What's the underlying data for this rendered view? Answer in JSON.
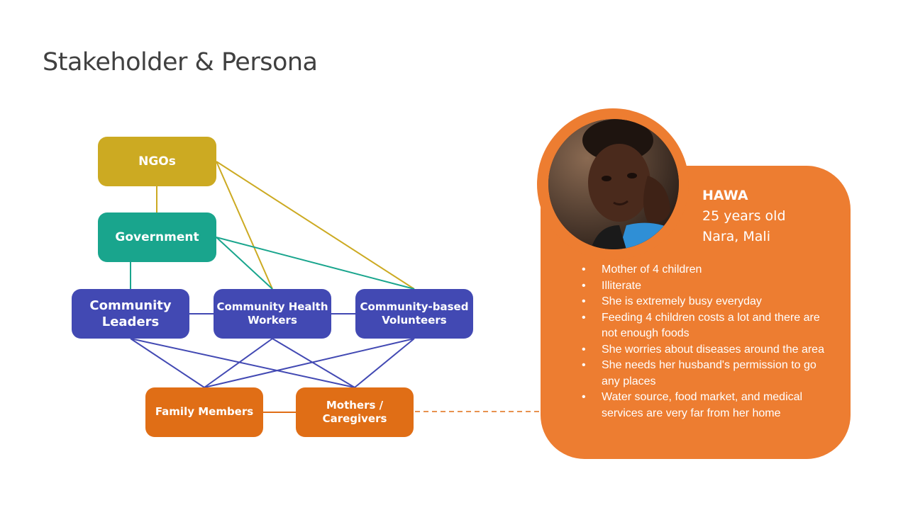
{
  "slide": {
    "title": "Stakeholder & Persona"
  },
  "colors": {
    "ngo": "#ccaa22",
    "government": "#19a58d",
    "community": "#4249b3",
    "family": "#e06e16",
    "persona": "#ed7d31"
  },
  "stakeholders": {
    "ngos": "NGOs",
    "government": "Government",
    "community_leaders": [
      "Community",
      "Leaders"
    ],
    "community_health_workers": [
      "Community Health",
      "Workers"
    ],
    "community_volunteers": [
      "Community-based",
      "Volunteers"
    ],
    "family_members": "Family Members",
    "mothers": [
      "Mothers /",
      "Caregivers"
    ]
  },
  "persona": {
    "name": "HAWA",
    "age": "25 years old",
    "location": "Nara, Mali",
    "traits": [
      "Mother of 4 children",
      "Illiterate",
      "She is extremely busy everyday",
      "Feeding 4 children costs a lot and there are not enough foods",
      "She worries about diseases around the area",
      "She needs her husband's permission to go any places",
      "Water source, food market, and medical services are very far from her home"
    ]
  }
}
